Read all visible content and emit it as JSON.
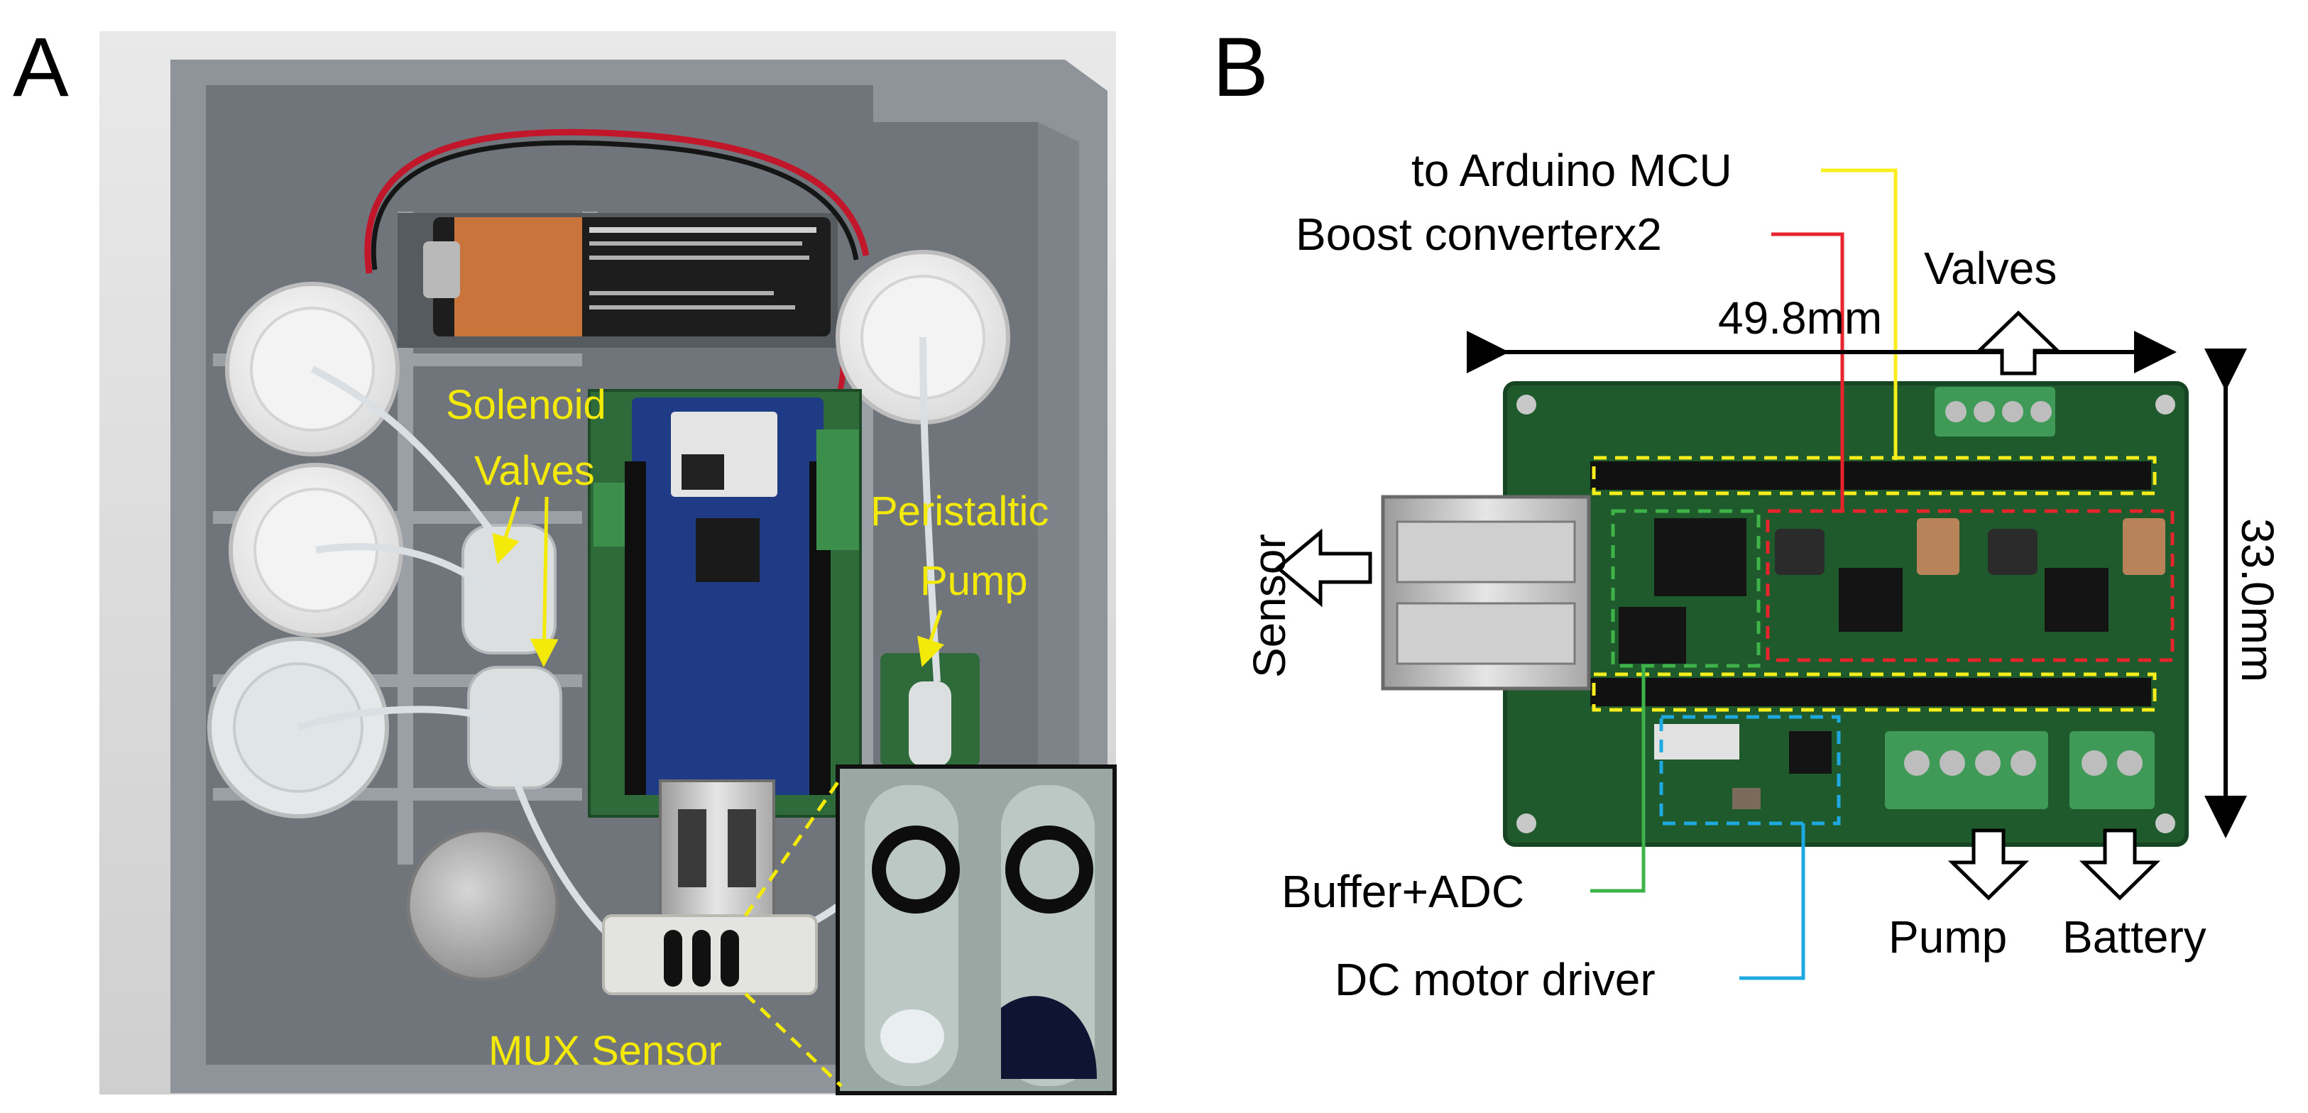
{
  "panels": {
    "a": {
      "letter": "A",
      "labels": {
        "solenoid_line1": "Solenoid",
        "solenoid_line2": "Valves",
        "peristaltic_line1": "Peristaltic",
        "peristaltic_line2": "Pump",
        "mux_sensor": "MUX Sensor"
      }
    },
    "b": {
      "letter": "B",
      "labels": {
        "arduino": "to Arduino MCU",
        "boost": "Boost converterx2",
        "valves": "Valves",
        "width_dim": "49.8mm",
        "height_dim": "33.0mm",
        "sensor": "Sensor",
        "buffer_adc": "Buffer+ADC",
        "dc_motor": "DC motor driver",
        "pump": "Pump",
        "battery": "Battery"
      }
    }
  },
  "colors": {
    "label_yellow": "#f4ea0a",
    "arduino_line": "#f7ee1b",
    "boost_line": "#e5242c",
    "buffer_line": "#3fb24a",
    "motor_line": "#1fa9e1",
    "pcb_green": "#1f5a2c"
  }
}
